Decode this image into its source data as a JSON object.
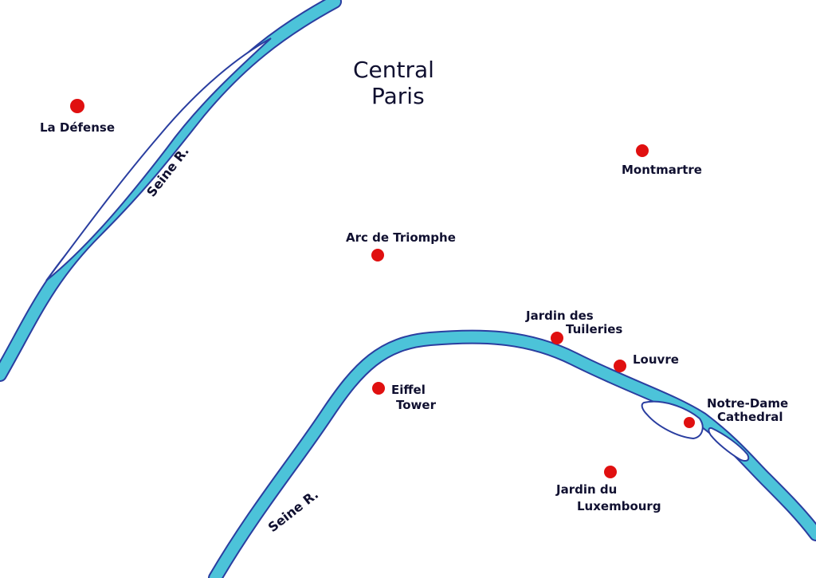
{
  "map": {
    "title_line1": "Central",
    "title_line2": "Paris",
    "colors": {
      "background": "#ffffff",
      "river": "#4cc3d9",
      "river_outline": "#2a3ea0",
      "marker": "#e01010",
      "text": "#101030"
    },
    "rivers": [
      {
        "label": "Seine R."
      },
      {
        "label": "Seine R."
      }
    ],
    "places": [
      {
        "label_lines": [
          "La Défense"
        ]
      },
      {
        "label_lines": [
          "Montmartre"
        ]
      },
      {
        "label_lines": [
          "Arc de Triomphe"
        ]
      },
      {
        "label_lines": [
          "Jardin des",
          "Tuileries"
        ]
      },
      {
        "label_lines": [
          "Louvre"
        ]
      },
      {
        "label_lines": [
          "Eiffel",
          "Tower"
        ]
      },
      {
        "label_lines": [
          "Notre-Dame",
          "Cathedral"
        ]
      },
      {
        "label_lines": [
          "Jardin du",
          "Luxembourg"
        ]
      }
    ]
  }
}
